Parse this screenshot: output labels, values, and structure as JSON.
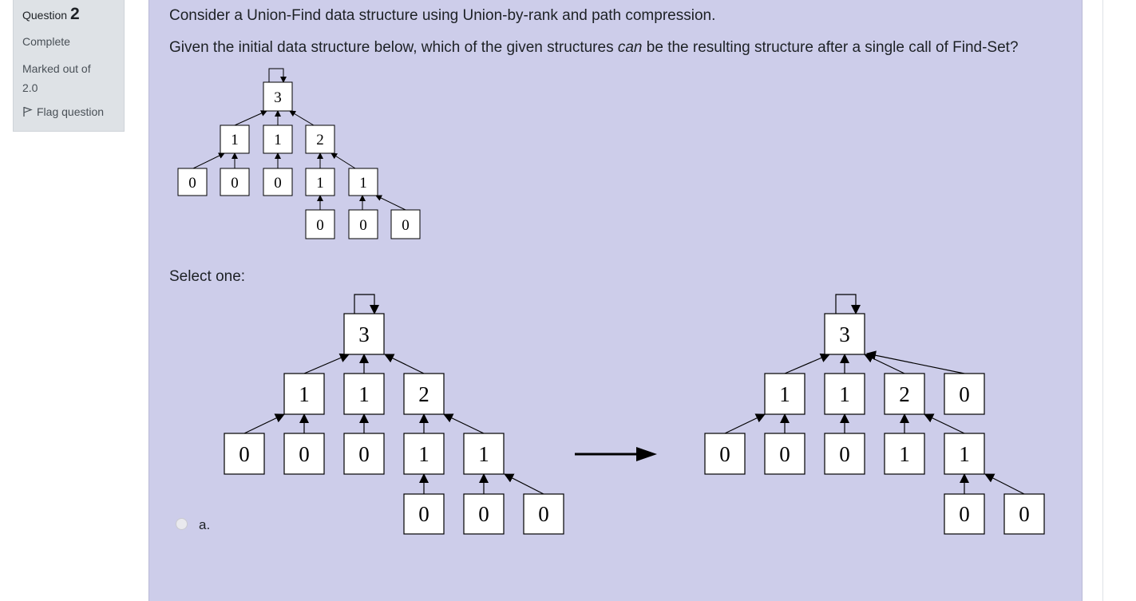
{
  "info": {
    "question_label": "Question",
    "question_number": "2",
    "state": "Complete",
    "marks_label": "Marked out of",
    "marks_value": "2.0",
    "flag_label": "Flag question"
  },
  "question": {
    "line1": "Consider a Union-Find data structure using Union-by-rank and path compression.",
    "line2_before": "Given the initial data structure below, which of the given structures ",
    "line2_em": "can",
    "line2_after": " be the resulting structure after a single call of Find-Set?",
    "select_label": "Select one:"
  },
  "option_a": {
    "label": "a."
  },
  "initial_tree": {
    "root": "3",
    "level1": [
      "1",
      "1",
      "2"
    ],
    "level2": [
      "0",
      "0",
      "0",
      "1",
      "1"
    ],
    "level3": [
      "0",
      "0",
      "0"
    ]
  },
  "option_a_before": {
    "root": "3",
    "level1": [
      "1",
      "1",
      "2"
    ],
    "level2": [
      "0",
      "0",
      "0",
      "1",
      "1"
    ],
    "level3": [
      "0",
      "0",
      "0"
    ]
  },
  "option_a_after": {
    "root": "3",
    "level1": [
      "1",
      "1",
      "2",
      "0"
    ],
    "level2": [
      "0",
      "0",
      "0",
      "1",
      "1"
    ],
    "level3": [
      "0",
      "0"
    ]
  },
  "colors": {
    "background": "#cdcdea",
    "sidebar": "#dee2e6"
  },
  "icons": {
    "flag": "flag-icon",
    "arrow": "right-arrow-icon"
  }
}
